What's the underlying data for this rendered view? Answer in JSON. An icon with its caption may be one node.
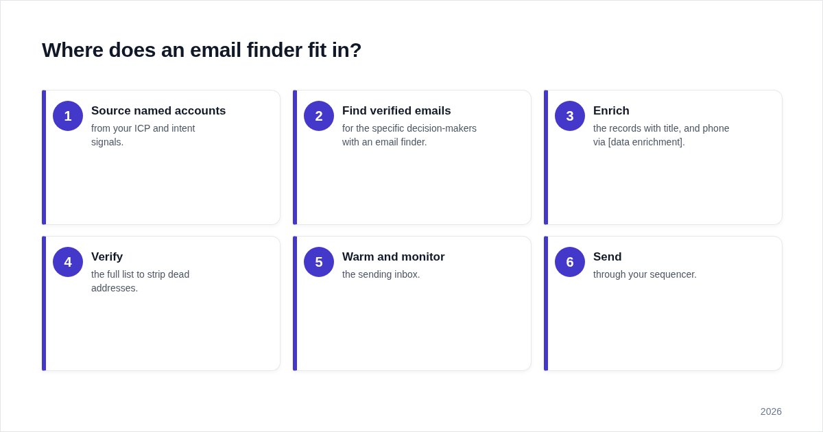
{
  "diagram": {
    "title": "Where does an email finder fit in?",
    "nodes": [
      {
        "text": [
          "1",
          "Source named accounts",
          "from your ICP and intent signals."
        ]
      },
      {
        "text": [
          "2",
          "Find verified emails",
          "for the specific decision-makers with an email finder."
        ]
      },
      {
        "text": [
          "3",
          "Enrich",
          "the records with title, and phone via [data enrichment]."
        ]
      },
      {
        "text": [
          "4",
          "Verify",
          "the full list to strip dead addresses."
        ]
      },
      {
        "text": [
          "5",
          "Warm and monitor",
          "the sending inbox."
        ]
      },
      {
        "text": [
          "6",
          "Send",
          "through your sequencer."
        ]
      }
    ],
    "labels": [
      "2026"
    ]
  }
}
